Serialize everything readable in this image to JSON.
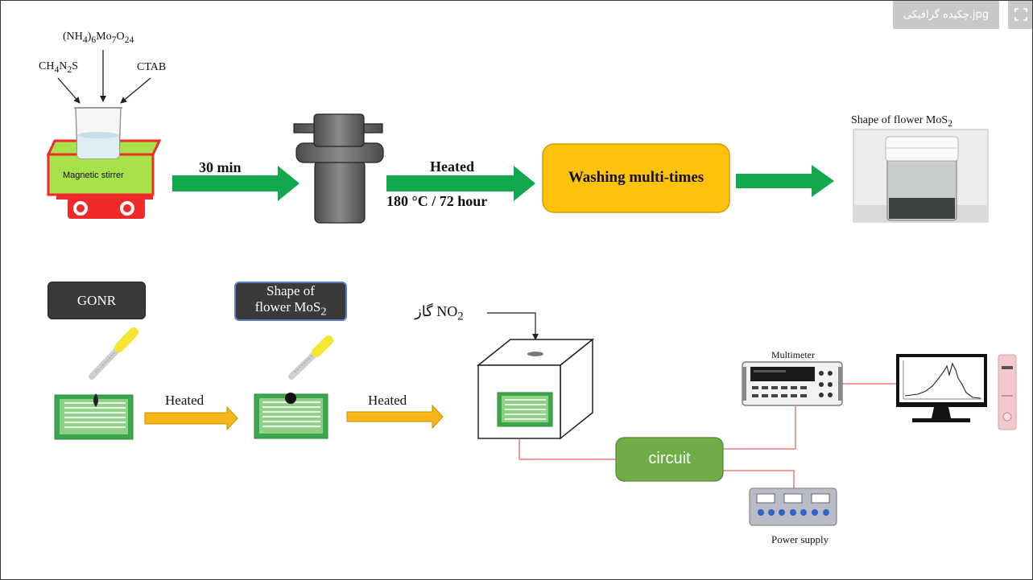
{
  "toolbar": {
    "attachment_label": "چکیده گرافیکی.jpg",
    "expand_icon": "expand-icon"
  },
  "synthesis": {
    "reagents": {
      "top": [
        "(NH",
        "4",
        ")",
        "6",
        "Mo",
        "7",
        "O",
        "24"
      ],
      "left": [
        "CH",
        "4",
        "N",
        "2",
        "S"
      ],
      "right": "CTAB"
    },
    "stirrer_label": "Magnetic stirrer",
    "step1_time": "30 min",
    "step2_label": "Heated",
    "step2_condition": "180 °C / 72 hour",
    "washing_label": "Washing multi-times",
    "product_title": [
      "Shape of flower MoS",
      "2"
    ]
  },
  "sensor": {
    "gonr_label": "GONR",
    "mos2_box": [
      "Shape of",
      "flower MoS",
      "2"
    ],
    "heated_1": "Heated",
    "heated_2": "Heated",
    "gas_label": [
      "گاز NO",
      "2"
    ],
    "circuit_label": "circuit",
    "multimeter_label": "Multimeter",
    "power_supply_label": "Power supply"
  },
  "colors": {
    "green_arrow": "#12a84e",
    "yellow_arrow": "#f6b617",
    "washing_box": "#fcc20d",
    "circuit_box": "#6fae47",
    "dark_box": "#3a3a3a",
    "wire": "#e06666",
    "stirrer_red": "#ee2a2a",
    "stirrer_green": "#a8e14a",
    "electrode_green": "#3aa84a"
  }
}
